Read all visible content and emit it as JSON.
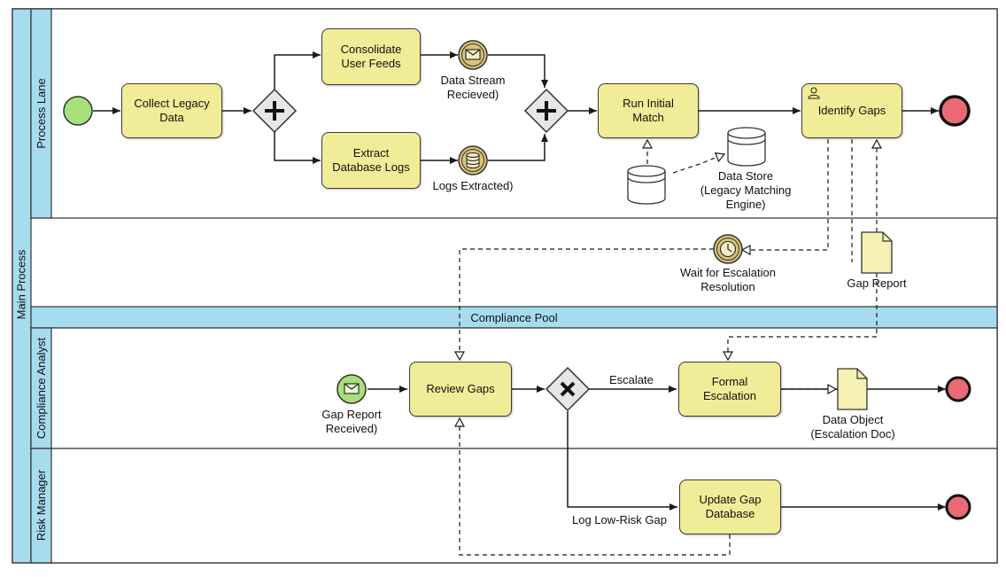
{
  "pools": {
    "main": {
      "label": "Main Process",
      "lane": "Process Lane"
    },
    "compliance": {
      "label": "Compliance Pool",
      "lanes": [
        "Compliance Analyst",
        "Risk Manager"
      ]
    }
  },
  "tasks": {
    "collect": "Collect Legacy\nData",
    "consolidate": "Consolidate\nUser Feeds",
    "extract": "Extract\nDatabase Logs",
    "run_match": "Run Initial\nMatch",
    "identify": "Identify Gaps",
    "review": "Review Gaps",
    "formal": "Formal\nEscalation",
    "update": "Update Gap\nDatabase"
  },
  "events": {
    "data_stream": "Data Stream\nRecieved)",
    "logs_extracted": "Logs Extracted)",
    "wait": "Wait for Escalation\nResolution",
    "gap_report_received": "Gap Report\nReceived)"
  },
  "artifacts": {
    "data_store": "Data Store\n(Legacy Matching\nEngine)",
    "gap_report": "Gap Report",
    "escalation_doc": "Data Object\n(Escalation Doc)"
  },
  "flows": {
    "escalate": "Escalate",
    "low_risk": "Log Low-Risk Gap"
  },
  "colors": {
    "task_fill": "#f1ec97",
    "lane_header": "#a6dcee",
    "start_fill": "#a6e07a",
    "end_fill": "#e96a76",
    "intermediate_fill": "#d8c47a",
    "line": "#1a1a1a"
  },
  "icons": [
    "envelope-icon",
    "database-icon",
    "clock-icon",
    "user-icon",
    "parallel-gateway-icon",
    "exclusive-gateway-icon"
  ]
}
